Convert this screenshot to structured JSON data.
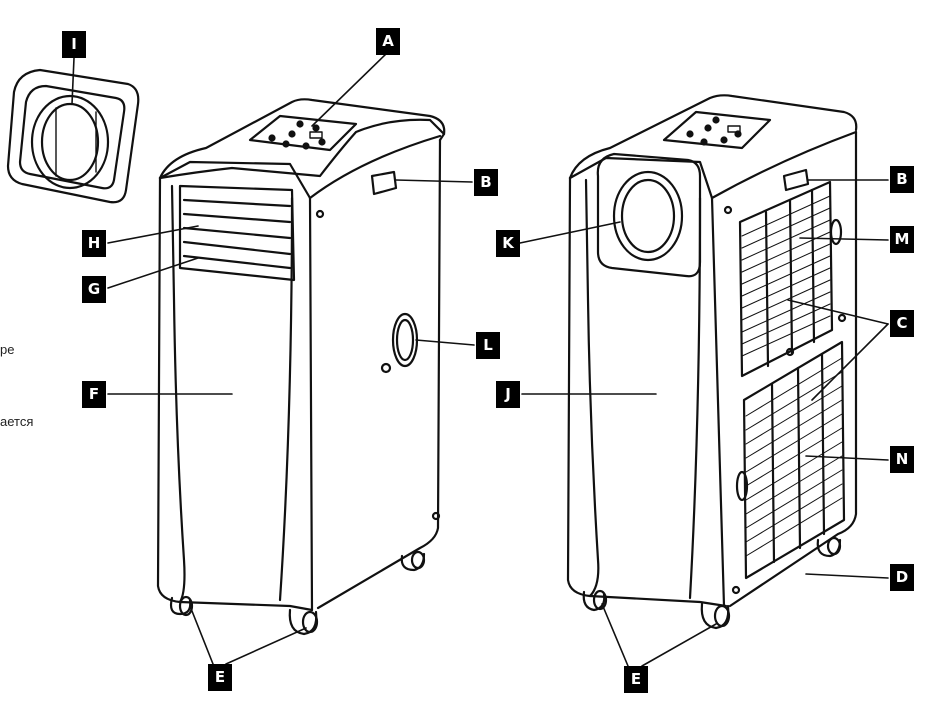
{
  "labels": {
    "A": "A",
    "B": "B",
    "C": "C",
    "D": "D",
    "E": "E",
    "F": "F",
    "G": "G",
    "H": "H",
    "I": "I",
    "J": "J",
    "K": "K",
    "L": "L",
    "M": "M",
    "N": "N"
  },
  "side_text": {
    "line1": "ре",
    "line2": "ается"
  }
}
